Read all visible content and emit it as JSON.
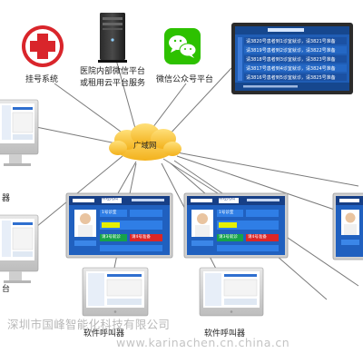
{
  "labels": {
    "registration": "挂号系统",
    "hospital_platform_line1": "医院内部微信平台",
    "hospital_platform_line2": "或租用云平台服务",
    "wechat_platform": "微信公众号平台",
    "wan": "广域网",
    "left_mid_caller": "器",
    "left_bottom_caller": "台",
    "caller_1": "软件呼叫器",
    "caller_2": "软件呼叫器"
  },
  "queue_screen": {
    "rows": [
      "请3820号患者到1诊室就诊，请3821号准备",
      "请3819号患者到2诊室就诊，请3822号准备",
      "请3818号患者到3诊室就诊，请3823号准备",
      "请3817号患者到4诊室就诊，请3824号准备",
      "请3816号患者到5诊室就诊，请3825号准备"
    ]
  },
  "clinic_screen": {
    "dept": "神经内科",
    "room": "1号诊室",
    "status_calling": "请3号就诊",
    "status_waiting": "请4号准备"
  },
  "watermark": {
    "company": "深圳市国峰智能化科技有限公司",
    "url": "www.karinachen.cn.china.cn"
  },
  "colors": {
    "hospital_cross": "#d9252b",
    "wechat_green": "#2dc100",
    "line": "#7a7a7a",
    "screen_blue": "#1f5db5"
  }
}
